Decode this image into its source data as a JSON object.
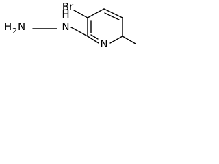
{
  "atoms": {
    "bromine": "Br",
    "ring_nitrogen": "N",
    "hydrazine_nh": "H",
    "hydrazine_nh_n": "N",
    "hydrazine_nh2_h": "H",
    "hydrazine_nh2_subscript": "2",
    "hydrazine_nh2_n": "N"
  },
  "colors": {
    "bond": "#000000",
    "label": "#000000",
    "background": "#ffffff"
  }
}
